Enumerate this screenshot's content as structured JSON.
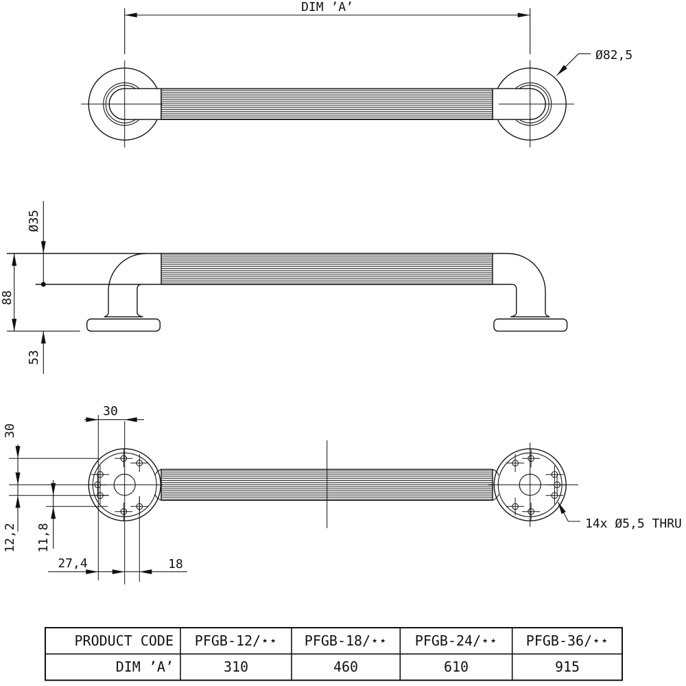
{
  "top_view": {
    "dim_a_label": "DIM ’A’",
    "flange_diameter": "Ø82,5"
  },
  "side_view": {
    "tube_diameter": "Ø35",
    "overall_height": "88",
    "base_height": "53"
  },
  "plan_view": {
    "hole_spacing_horizontal": "30",
    "hole_spacing_vertical": "30",
    "offset_12_2": "12,2",
    "offset_11_8": "11,8",
    "offset_27_4": "27,4",
    "offset_18": "18",
    "holes_note": "14x Ø5,5 THRU"
  },
  "table": {
    "headers": [
      "PRODUCT CODE",
      "PFGB-12/⋆⋆",
      "PFGB-18/⋆⋆",
      "PFGB-24/⋆⋆",
      "PFGB-36/⋆⋆"
    ],
    "dim_row_label": "DIM ’A’",
    "dim_values": [
      "310",
      "460",
      "610",
      "915"
    ]
  },
  "colors": {
    "line": "#111111",
    "background": "#ffffff"
  }
}
